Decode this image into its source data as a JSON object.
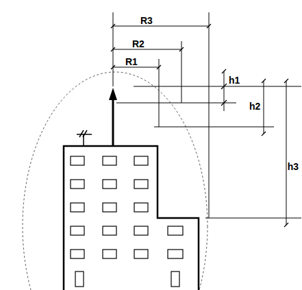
{
  "diagram": {
    "labels": [
      "R3",
      "R2",
      "R1",
      "h1",
      "h2",
      "h3"
    ]
  }
}
